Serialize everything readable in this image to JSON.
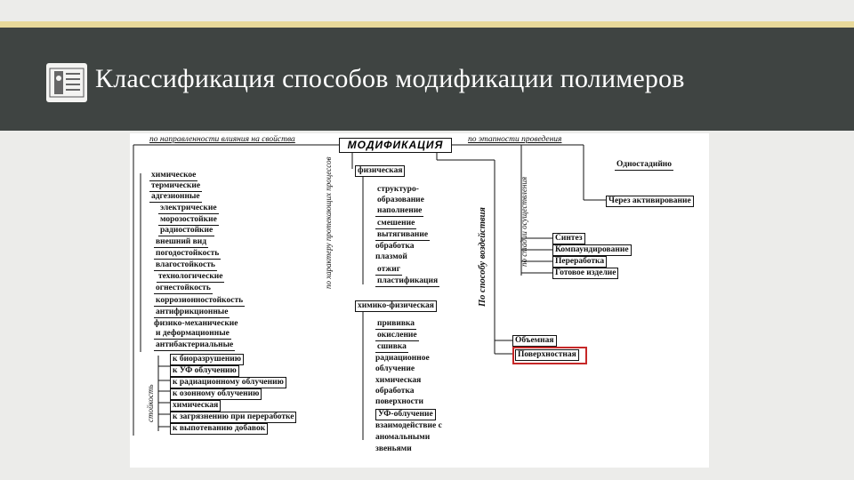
{
  "title": "Классификация способов модификации полимеров",
  "diagram": {
    "main": "МОДИФИКАЦИЯ",
    "top_left_label": "по направленности влияния на свойства",
    "top_right_label": "по этапности проведения",
    "vertical_labels": {
      "by_nature": "по характеру протекающих процессов",
      "by_method": "По способу воздействия",
      "by_stage": "по стадии осуществления",
      "resistance": "стойкость"
    },
    "left_properties": [
      "химическое",
      "термические",
      "адгезионные",
      "электрические",
      "морозостойкие",
      "радиостойкие",
      "внешний вид",
      "погодостойкость",
      "влагостойкость",
      "технологические",
      "огнестойкость",
      "коррозионностойкость",
      "антифрикционные",
      "физико-механические",
      "и деформационные",
      "антибактериальные"
    ],
    "stability_items": [
      "к биоразрушению",
      "к УФ облучению",
      "к радиационному облучению",
      "к озонному облучению",
      "химическая",
      "к загрязнению при переработке",
      "к выпотеванию добавок"
    ],
    "physical": {
      "label": "физическая",
      "items": [
        "структуро-",
        "образование",
        "наполнение",
        "смешение",
        "вытягивание",
        "обработка",
        "плазмой",
        "отжиг",
        "пластификация"
      ]
    },
    "chemphys": {
      "label": "химико-физическая",
      "items": [
        "прививка",
        "окисление",
        "сшивка",
        "радиационное",
        "облучение",
        "химическая",
        "обработка",
        "поверхности",
        "УФ-облучение",
        "взаимодействие с",
        "аномальными",
        "звеньями"
      ]
    },
    "stage": {
      "single": "Одностадийно",
      "reactivation": "Через активирование",
      "steps": [
        "Синтез",
        "Компаундирование",
        "Переработка",
        "Готовое изделие"
      ]
    },
    "method": {
      "volume": "Объемная",
      "surface": "Поверхностная"
    },
    "accent_color": "#c62828"
  }
}
